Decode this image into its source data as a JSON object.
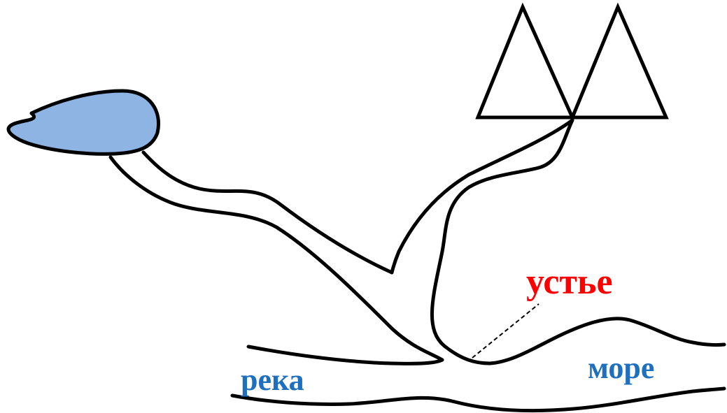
{
  "labels": {
    "mouth": "устье",
    "river": "река",
    "sea": "море"
  },
  "colors": {
    "mouth": "#ff0000",
    "river": "#1f6fbf",
    "sea": "#1f6fbf",
    "lake_fill": "#8eb4e3",
    "stroke": "#000000"
  },
  "icons": [
    "lake-shape",
    "mountain-icon",
    "mountain-icon",
    "river-channel",
    "sea-coast",
    "leader-line"
  ]
}
